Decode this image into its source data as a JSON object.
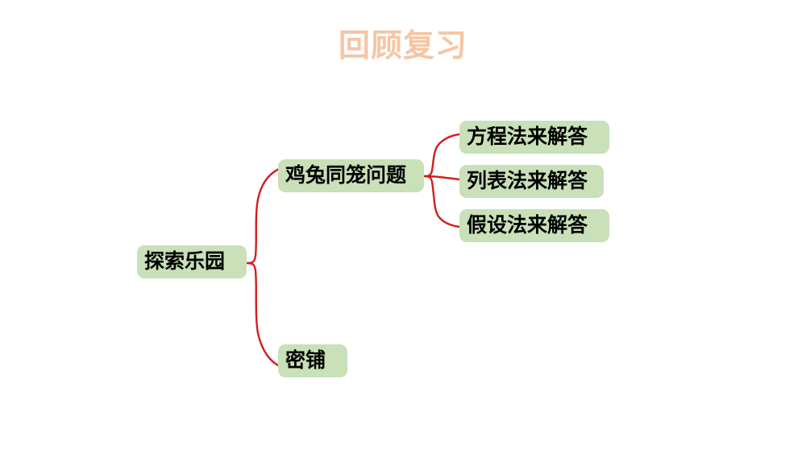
{
  "slide": {
    "title": "回顾复习",
    "title_color": "#F5C6A5",
    "background_color": "#FFFFFF"
  },
  "mindmap": {
    "node_fill_color": "#C9E0B8",
    "connector_color": "#D11F1F",
    "text_color": "#000000",
    "root": {
      "label": "探索乐园"
    },
    "branches": [
      {
        "label": "鸡兔同笼问题",
        "children": [
          {
            "label": "方程法来解答"
          },
          {
            "label": "列表法来解答"
          },
          {
            "label": "假设法来解答"
          }
        ]
      },
      {
        "label": "密铺",
        "children": []
      }
    ]
  }
}
